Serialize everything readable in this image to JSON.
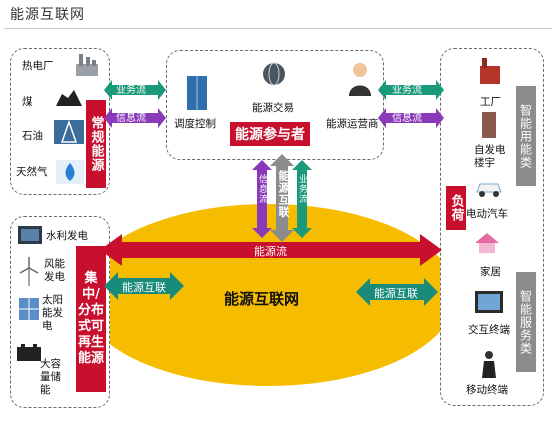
{
  "title": "能源互联网",
  "conventional": {
    "items": [
      "热电厂",
      "煤",
      "石油",
      "天然气"
    ],
    "tag": "常规能源"
  },
  "renewable": {
    "items": [
      "水利发电",
      "风能发电",
      "太阳能发电",
      "大容量储能"
    ],
    "tag": "集中/分布式可再生能源"
  },
  "participants": {
    "items": [
      "调度控制",
      "能源交易",
      "能源运营商"
    ],
    "tag": "能源参与者"
  },
  "flows": {
    "business": "业务流",
    "info": "信息流",
    "energy_flow": "能源流",
    "energy_internet": "能源互联",
    "center_vertical": "能源互联",
    "vertical_info": "信息流",
    "vertical_business": "业务流"
  },
  "center_label": "能源互联网",
  "load": {
    "tag": "负荷",
    "items": [
      "工厂",
      "自发电楼宇",
      "电动汽车",
      "家居",
      "交互终端",
      "移动终端"
    ],
    "cat_energy": "智能用能类",
    "cat_service": "智能服务类"
  },
  "colors": {
    "red": "#c8102e",
    "green": "#1a9a78",
    "purple": "#8a3ab9",
    "ellipse": "#f6bd00",
    "gray": "#8c8c8c"
  }
}
